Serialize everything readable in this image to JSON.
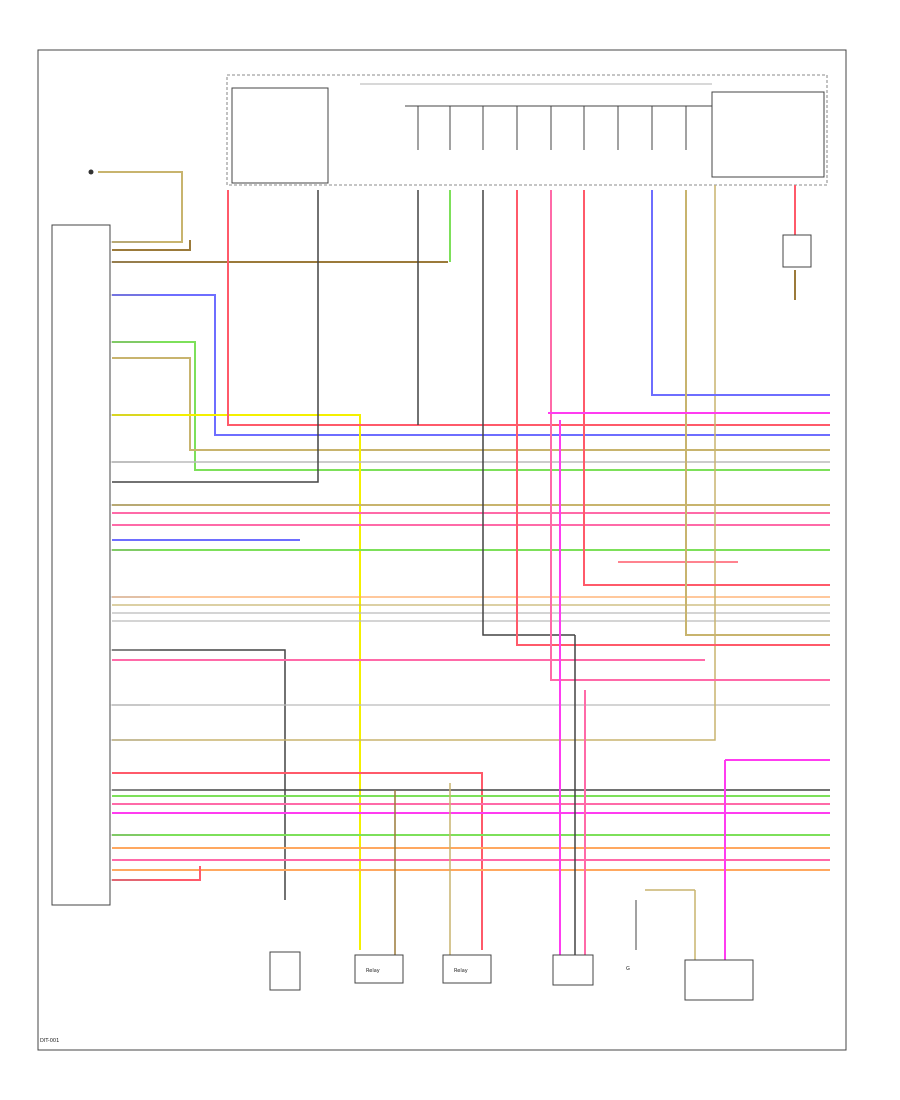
{
  "diagram_id": "DIT-001",
  "ecm_label": "",
  "fuse_box_label": "",
  "ground_label": "G",
  "colors": {
    "red": "#ff5a6a",
    "pink": "#ff6aa8",
    "magenta": "#ff3cf0",
    "green": "#7de05a",
    "yellow": "#f4f000",
    "blue": "#6e6eff",
    "tan": "#c8b46e",
    "black": "#444444",
    "grey": "#bbbbbb",
    "orange": "#ffa860",
    "purple": "#9a2bd0",
    "brown": "#9b7a3a"
  },
  "components": [
    {
      "id": "sensor-1",
      "tag": ""
    },
    {
      "id": "relay-1",
      "tag": "Relay"
    },
    {
      "id": "relay-2",
      "tag": "Relay"
    },
    {
      "id": "sensor-2",
      "tag": ""
    },
    {
      "id": "sensor-3",
      "tag": ""
    }
  ]
}
